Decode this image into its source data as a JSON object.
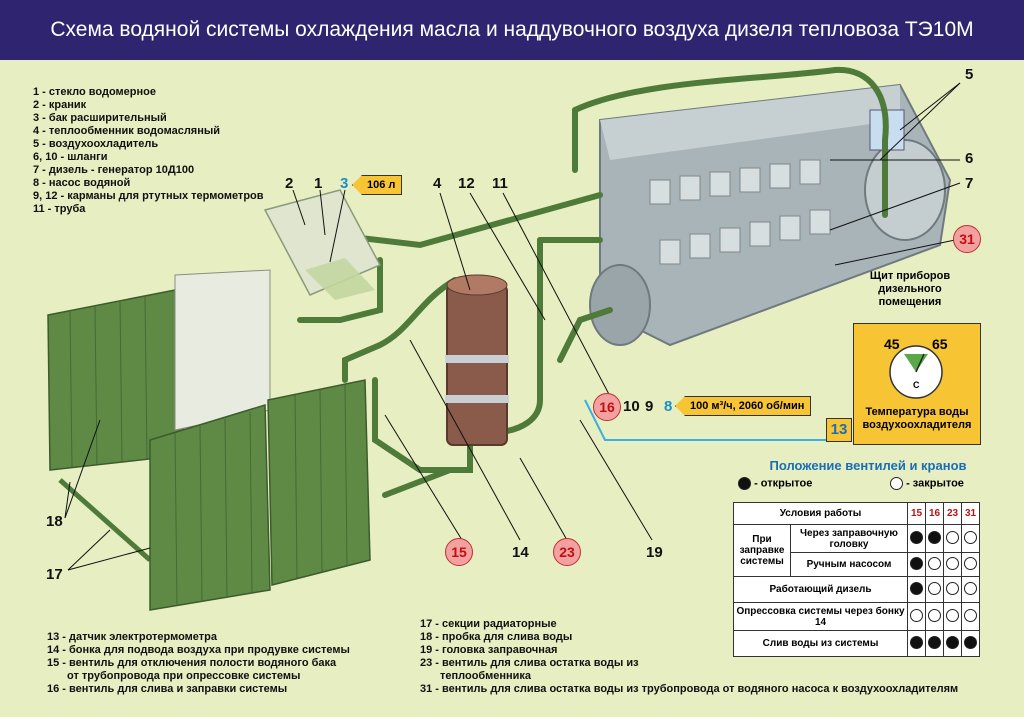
{
  "title": "Схема водяной системы охлаждения масла и наддувочного воздуха дизеля тепловоза ТЭ10М",
  "legend_top": [
    "1 - стекло водомерное",
    "2 - краник",
    "3 - бак расширительный",
    "4 - теплообменник водомасляный",
    "5 - воздухоохладитель",
    "6, 10 - шланги",
    "7 - дизель - генератор 10Д100",
    "8 - насос водяной",
    "9, 12 - карманы для ртутных термометров",
    "11 - труба"
  ],
  "legend_bottom_left": [
    "13 - датчик электротермометра",
    "14 - бонка для подвода воздуха при продувке  системы",
    "15 - вентиль для отключения полости водяного  бака",
    "от трубопровода при опрессовке системы",
    "16 - вентиль для слива и заправки системы"
  ],
  "legend_bottom_right": [
    "17 - секции радиаторные",
    "18 - пробка для слива воды",
    "19 - головка заправочная",
    "23 - вентиль для слива остатка воды из",
    "теплообменника",
    "31 - вентиль для слива остатка воды из трубопровода от водяного насоса к воздухоохладителям"
  ],
  "labels": {
    "n1": "1",
    "n2": "2",
    "n3": "3",
    "n4": "4",
    "n5": "5",
    "n6": "6",
    "n7": "7",
    "n8": "8",
    "n9": "9",
    "n10": "10",
    "n11": "11",
    "n12": "12",
    "n14": "14",
    "n17": "17",
    "n18": "18",
    "n19": "19"
  },
  "circles": {
    "c15": "15",
    "c16": "16",
    "c23": "23",
    "c31": "31"
  },
  "tags": {
    "tank": "106 л",
    "pump": "100 м³/ч, 2060 об/мин"
  },
  "panel": {
    "heading": "Щит приборов дизельного помещения",
    "gauge_min": "45",
    "gauge_max": "65",
    "gauge_unit": "С",
    "caption": "Температура воды воздухоохладителя",
    "number": "13"
  },
  "valves": {
    "title": "Положение вентилей и кранов",
    "open_label": "- открытое",
    "closed_label": "- закрытое",
    "header_conditions": "Условия работы",
    "columns": [
      "15",
      "16",
      "23",
      "31"
    ],
    "fill_group": "При заправке системы",
    "rows": [
      {
        "label": "Через заправочную головку",
        "states": [
          1,
          1,
          0,
          0
        ]
      },
      {
        "label": "Ручным насосом",
        "states": [
          1,
          0,
          0,
          0
        ]
      },
      {
        "label": "Работающий дизель",
        "states": [
          1,
          0,
          0,
          0
        ]
      },
      {
        "label": "Опрессовка системы через бонку 14",
        "states": [
          0,
          0,
          0,
          0
        ]
      },
      {
        "label": "Слив воды из системы",
        "states": [
          1,
          1,
          1,
          1
        ]
      }
    ]
  },
  "colors": {
    "header": "#2f2470",
    "background": "#e6eec2",
    "pipe": "#4e7a3a",
    "radiator": "#5f8a46",
    "engine": "#a9b4b8",
    "exchanger": "#8a5a4a",
    "tag": "#f7c534",
    "circle": "#f2a0a0"
  }
}
